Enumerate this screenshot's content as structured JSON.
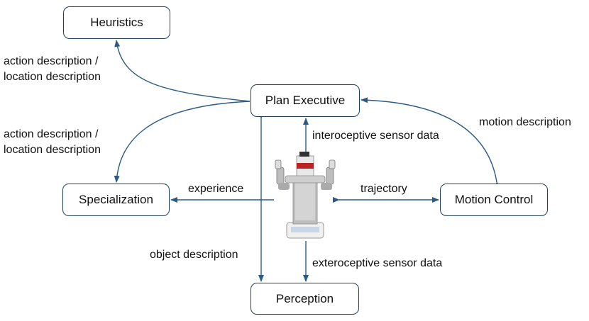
{
  "nodes": {
    "heuristics": "Heuristics",
    "plan_executive": "Plan Executive",
    "specialization": "Specialization",
    "motion_control": "Motion Control",
    "perception": "Perception"
  },
  "edges": {
    "heuristics_line1": "action description /",
    "heuristics_line2": "location description",
    "specialization_line1": "action description /",
    "specialization_line2": "location description",
    "motion_description": "motion description",
    "interoceptive": "interoceptive sensor data",
    "experience": "experience",
    "trajectory": "trajectory",
    "object_description": "object description",
    "exteroceptive": "exteroceptive sensor data"
  },
  "colors": {
    "box_border": "#1f3f5f",
    "arrow": "#2a5a85"
  },
  "icons": {
    "robot": "pr2-robot-image"
  }
}
